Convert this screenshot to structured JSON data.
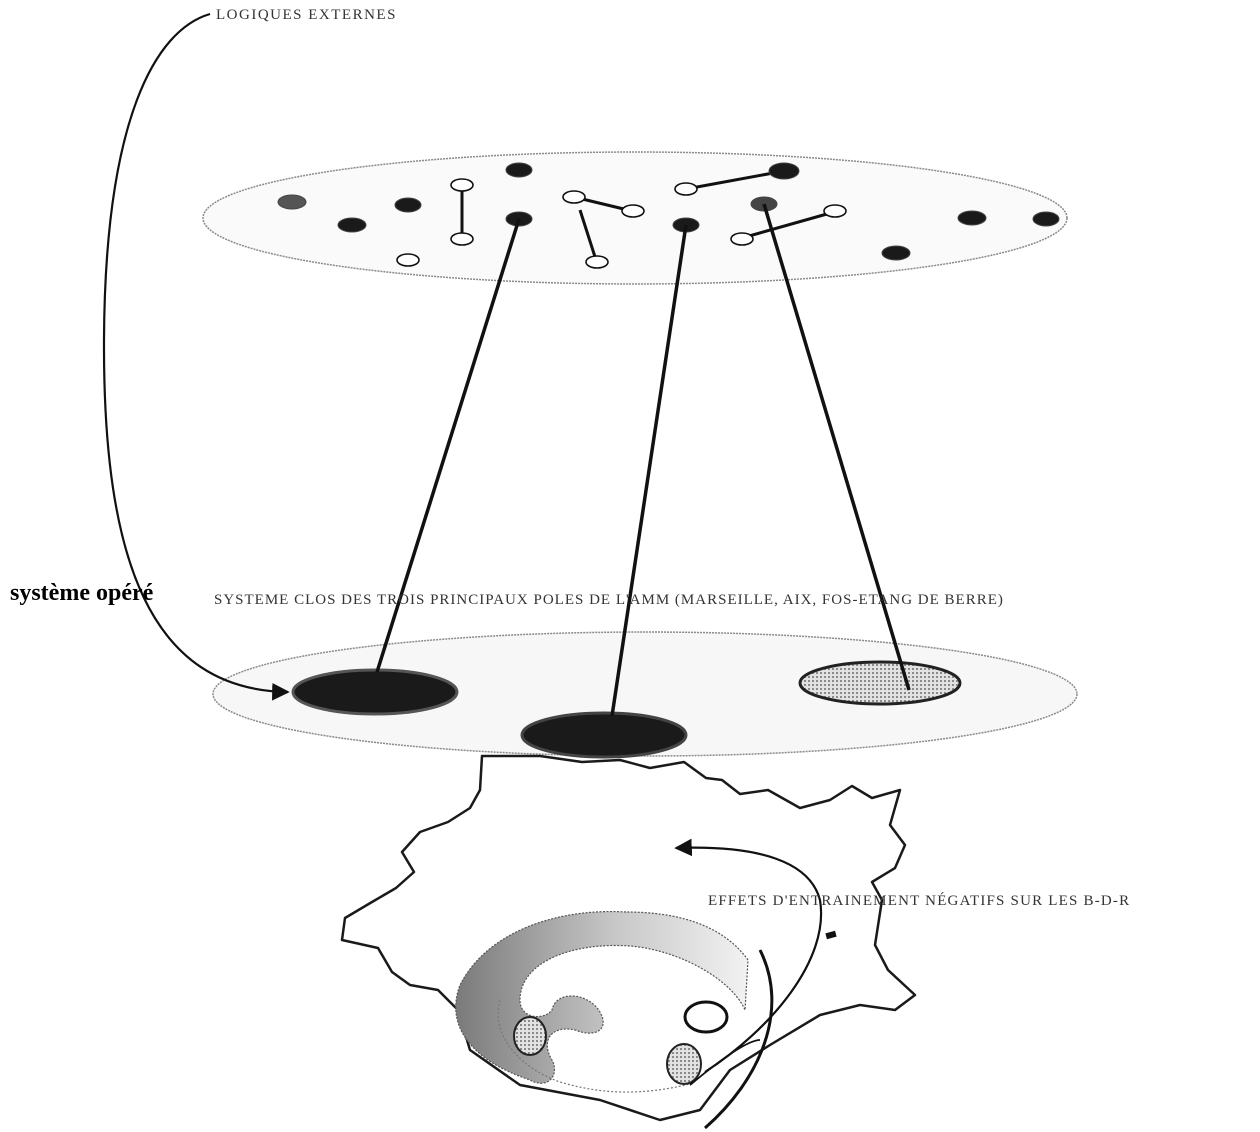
{
  "labels": {
    "external_logics": "LOGIQUES EXTERNES",
    "operated_system": "système opéré",
    "closed_system": "SYSTEME CLOS DES TROIS PRINCIPAUX POLES DE L'AMM (MARSEILLE, AIX, FOS-ETANG DE BERRE)",
    "negative_effects": "EFFETS D'ENTRAINEMENT NÉGATIFS SUR LES B-D-R"
  },
  "colors": {
    "line": "#111111",
    "plane_fill": "#f4f4f4",
    "pole_dark": "#1a1a1a",
    "pole_hatched": "#9a9a9a",
    "region_shade": "#bdbdbd"
  }
}
